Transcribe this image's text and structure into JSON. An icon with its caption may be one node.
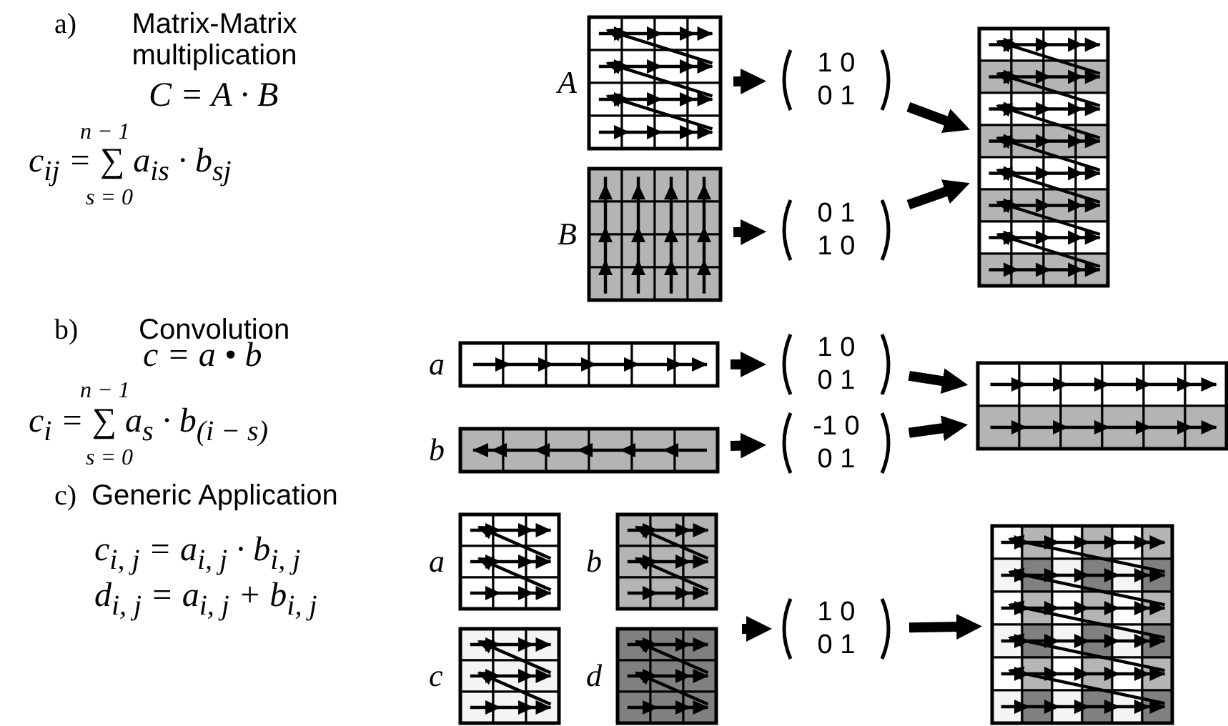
{
  "diagram": {
    "nodes": [
      {
        "text": [],
        "shape": "grid",
        "beside": [
          "A"
        ]
      },
      {
        "text": [
          "1 0",
          "0 1"
        ]
      },
      {
        "text": [],
        "shape": "grid"
      },
      {
        "text": [],
        "shape": "grid",
        "beside": [
          "B"
        ]
      },
      {
        "text": [
          "0 1",
          "1 0"
        ]
      },
      {
        "text": [],
        "shape": "grid",
        "beside": [
          "a"
        ]
      },
      {
        "text": [
          "1 0",
          "0 1"
        ]
      },
      {
        "text": [],
        "shape": "grid"
      },
      {
        "text": [],
        "shape": "grid",
        "beside": [
          "b"
        ]
      },
      {
        "text": [
          "-1 0",
          "0 1"
        ]
      },
      {
        "text": [],
        "shape": "grid",
        "beside": [
          "a"
        ]
      },
      {
        "text": [],
        "shape": "grid",
        "beside": [
          "b"
        ]
      },
      {
        "text": [
          "1 0",
          "0 1"
        ]
      },
      {
        "text": [],
        "shape": "grid"
      },
      {
        "text": [],
        "shape": "grid",
        "beside": [
          "c"
        ]
      },
      {
        "text": [],
        "shape": "grid",
        "beside": [
          "d"
        ]
      }
    ],
    "edges": [
      {
        "from": 0,
        "to": 1,
        "arrow": "to"
      },
      {
        "from": 1,
        "to": 2,
        "arrow": "to"
      },
      {
        "from": 3,
        "to": 4,
        "arrow": "to"
      },
      {
        "from": 4,
        "to": 2,
        "arrow": "to"
      },
      {
        "from": 5,
        "to": 6,
        "arrow": "to"
      },
      {
        "from": 6,
        "to": 7,
        "arrow": "to"
      },
      {
        "from": 8,
        "to": 9,
        "arrow": "to"
      },
      {
        "from": 9,
        "to": 7,
        "arrow": "to"
      },
      {
        "from": null,
        "to": 12,
        "arrow": "to"
      },
      {
        "from": 12,
        "to": 13,
        "arrow": "to"
      }
    ],
    "labels": [
      "a)",
      "Matrix-Matrix multiplication",
      "C = A · B",
      "n − 1",
      "c$_{ij}$ = ∑ a$_{is}$ · b$_{sj}$",
      "s = 0",
      "b)",
      "Convolution",
      "c = a • b",
      "n − 1",
      "c$_{i}$ = ∑ a$_{s}$ · b$_{(i − s)}$",
      "s = 0",
      "c)",
      "Generic Application",
      "c$_{i, j}$ = a$_{i, j}$ · b$_{i, j}$",
      "d$_{i, j}$ = a$_{i, j}$ + b$_{i, j}$"
    ]
  }
}
